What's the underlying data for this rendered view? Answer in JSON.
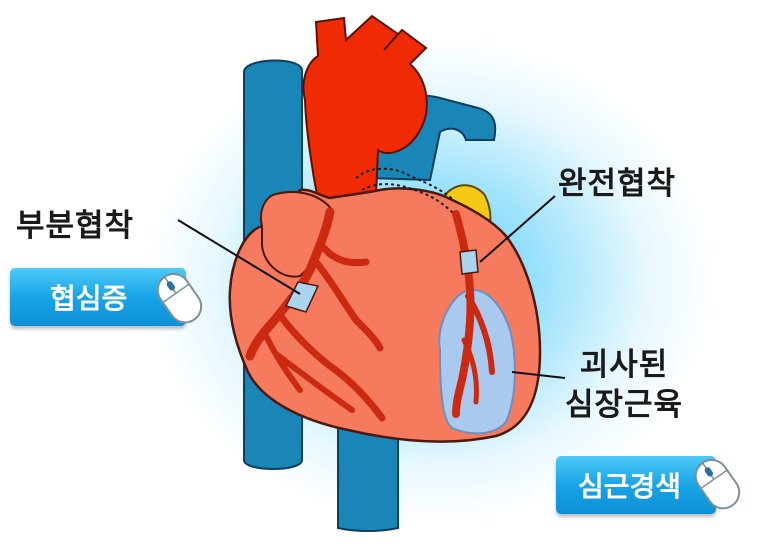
{
  "labels": {
    "partial_stenosis": "부분협착",
    "complete_stenosis": "완전협착",
    "necrotic_muscle_line1": "괴사된",
    "necrotic_muscle_line2": "심장근육"
  },
  "buttons": {
    "angina": "협심증",
    "myocardial_infarction": "심근경색"
  },
  "icons": [
    "mouse-icon",
    "mouse-icon"
  ],
  "colors": {
    "vessel_blue": "#1a86b8",
    "aorta_red": "#f02a05",
    "heart_salmon": "#f67a5e",
    "coronary_artery": "#cc2a10",
    "stenosis_band": "#a9d3ee",
    "fat_yellow": "#f6c914",
    "necrotic_area": "#a9c9ee",
    "button_blue": "#18a4e6"
  }
}
